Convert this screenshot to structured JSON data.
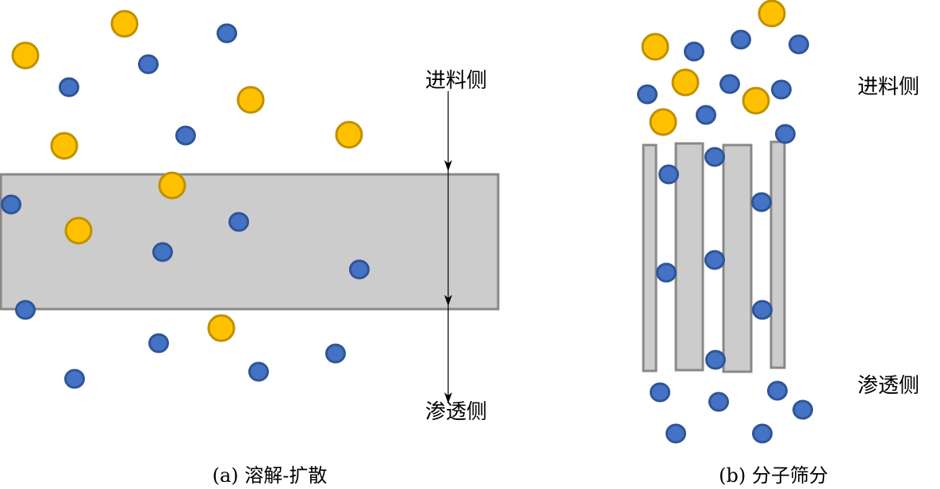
{
  "colors": {
    "small_molecule": "#4472c4",
    "small_molecule_stroke": "#2f5597",
    "large_molecule": "#ffc000",
    "large_molecule_stroke": "#bf9000",
    "membrane": "#cccccc",
    "membrane_stroke": "#888888"
  },
  "panel_a": {
    "feed_side": "进料侧",
    "permeate_side": "渗透侧",
    "caption": "(a) 溶解-扩散"
  },
  "panel_b": {
    "feed_side": "进料侧",
    "permeate_side": "渗透侧",
    "caption": "(b) 分子筛分"
  }
}
